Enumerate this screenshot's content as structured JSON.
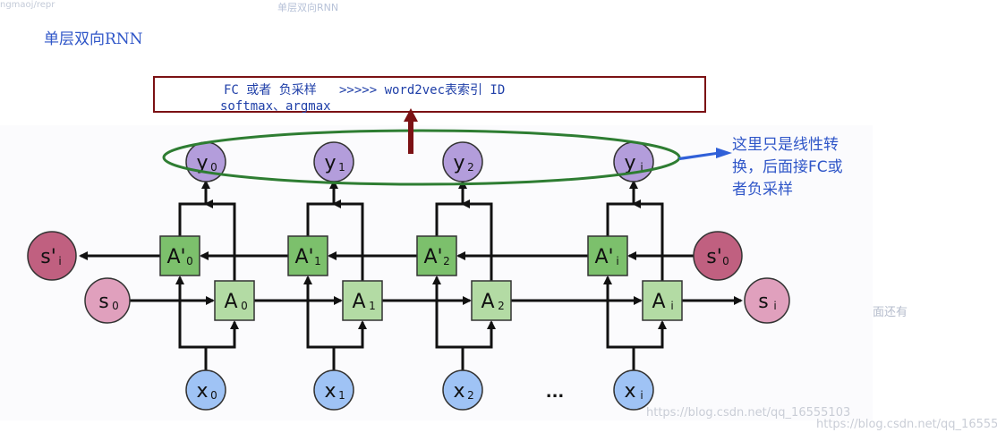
{
  "header": {
    "title": "单层双向RNN",
    "faded_top_text": "单层双向RNN",
    "faded_left_text": "ngmaoj/repr"
  },
  "fc_box": {
    "line1": "FC 或者 负采样   >>>>> word2vec表索引 ID",
    "line2": "softmax、argmax"
  },
  "note": {
    "line1": "这里只是线性转",
    "line2": "换，后面接FC或",
    "line3": "者负采样"
  },
  "side_text": "面还有",
  "watermarks": [
    "https://blog.csdn.net/qq_16555103",
    "https://blog.csdn.net/qq_16555103"
  ],
  "diagram": {
    "outputs": [
      {
        "label": "y",
        "sub": "0"
      },
      {
        "label": "y",
        "sub": "1"
      },
      {
        "label": "y",
        "sub": "2"
      },
      {
        "label": "y",
        "sub": "i"
      }
    ],
    "backward_cells": [
      {
        "label": "A'",
        "sub": "0"
      },
      {
        "label": "A'",
        "sub": "1"
      },
      {
        "label": "A'",
        "sub": "2"
      },
      {
        "label": "A'",
        "sub": "i"
      }
    ],
    "forward_cells": [
      {
        "label": "A",
        "sub": "0"
      },
      {
        "label": "A",
        "sub": "1"
      },
      {
        "label": "A",
        "sub": "2"
      },
      {
        "label": "A",
        "sub": "i"
      }
    ],
    "inputs": [
      {
        "label": "x",
        "sub": "0"
      },
      {
        "label": "x",
        "sub": "1"
      },
      {
        "label": "x",
        "sub": "2"
      },
      {
        "label": "x",
        "sub": "i"
      }
    ],
    "ellipsis": "...",
    "states": {
      "s_back_out": {
        "label": "s'",
        "sub": "i"
      },
      "s_back_in": {
        "label": "s'",
        "sub": "0"
      },
      "s_fwd_in": {
        "label": "s",
        "sub": "0"
      },
      "s_fwd_out": {
        "label": "s",
        "sub": "i"
      }
    },
    "colors": {
      "output": "#b39ddb",
      "input": "#9fc3f5",
      "state_dark": "#c06080",
      "state_light": "#e0a0bd",
      "cell_back": "#7cc06c",
      "cell_fwd": "#b3dba4",
      "ellipse": "#2e7d32",
      "box_border": "#7b1114",
      "arrow_red": "#7b1114",
      "arrow_blue": "#3060d8",
      "note_text": "#2f56c8"
    }
  }
}
